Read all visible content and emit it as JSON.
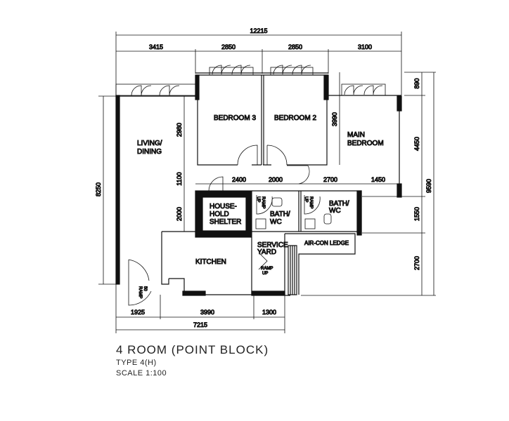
{
  "title": "4 ROOM (POINT BLOCK)",
  "type": "TYPE 4(H)",
  "scale": "SCALE 1:100",
  "rooms": {
    "living_1": "LIVING/",
    "living_2": "DINING",
    "bedroom3": "BEDROOM  3",
    "bedroom2": "BEDROOM  2",
    "main_1": "MAIN",
    "main_2": "BEDROOM",
    "shelter_1": "HOUSE-",
    "shelter_2": "HOLD",
    "shelter_3": "SHELTER",
    "bath_1": "BATH/",
    "bath_2": "WC",
    "service_1": "SERVICE",
    "service_2": "YARD",
    "kitchen": "KITCHEN",
    "aircon": "AIR-CON LEDGE",
    "ramp": "RAMP",
    "up": "UP",
    "ramp_50": "50"
  },
  "dims": {
    "overall_top": "12215",
    "top": [
      "3415",
      "2850",
      "2850",
      "3100"
    ],
    "mid": [
      "2400",
      "2000",
      "2700",
      "1450"
    ],
    "left_inner": [
      "2980",
      "1100",
      "2000"
    ],
    "bedroom_depth": "3990",
    "right": [
      "890",
      "4450",
      "1550",
      "2700"
    ],
    "overall_right": "9590",
    "overall_left": "8250",
    "bottom": [
      "1925",
      "3990",
      "1300"
    ],
    "overall_bottom": "7215"
  }
}
